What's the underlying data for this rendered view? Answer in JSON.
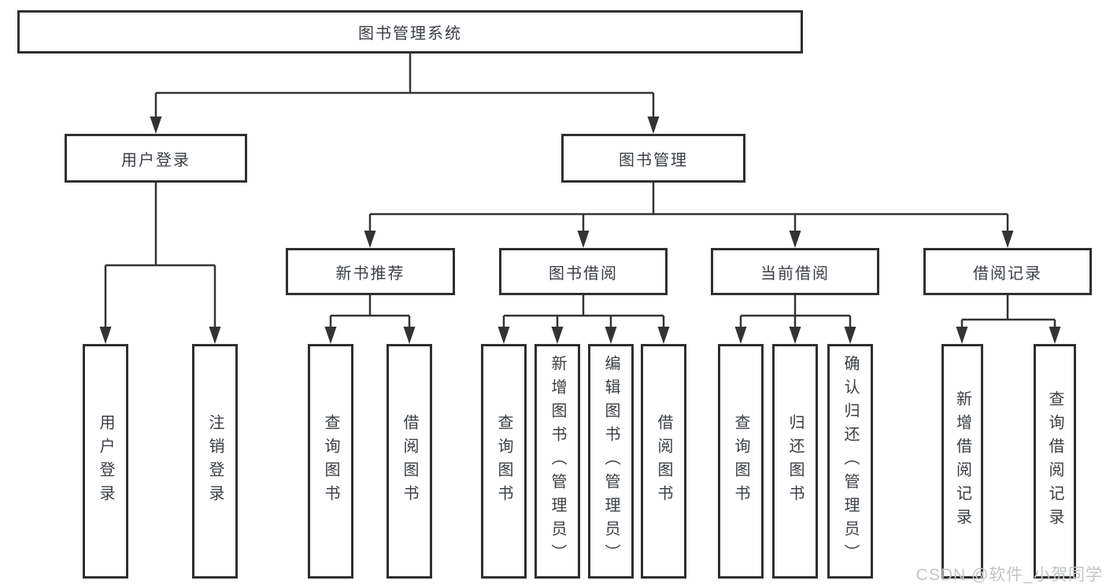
{
  "tree": {
    "root": {
      "label": "图书管理系统"
    },
    "branches": [
      {
        "label": "用户登录",
        "children": [
          "用户登录",
          "注销登录"
        ]
      },
      {
        "label": "图书管理",
        "sections": [
          {
            "label": "新书推荐",
            "children": [
              "查询图书",
              "借阅图书"
            ]
          },
          {
            "label": "图书借阅",
            "children": [
              "查询图书",
              "新增图书（管理员）",
              "编辑图书（管理员）",
              "借阅图书"
            ]
          },
          {
            "label": "当前借阅",
            "children": [
              "查询图书",
              "归还图书",
              "确认归还（管理员）"
            ]
          },
          {
            "label": "借阅记录",
            "children": [
              "新增借阅记录",
              "查询借阅记录"
            ]
          }
        ]
      }
    ]
  },
  "watermark": {
    "text": "CSDN @软件_小贺同学"
  },
  "colors": {
    "line": "#333333",
    "box_border": "#2f2f2f",
    "text": "#3a3e43",
    "watermark": "#c2c5c7",
    "background": "#ffffff"
  }
}
